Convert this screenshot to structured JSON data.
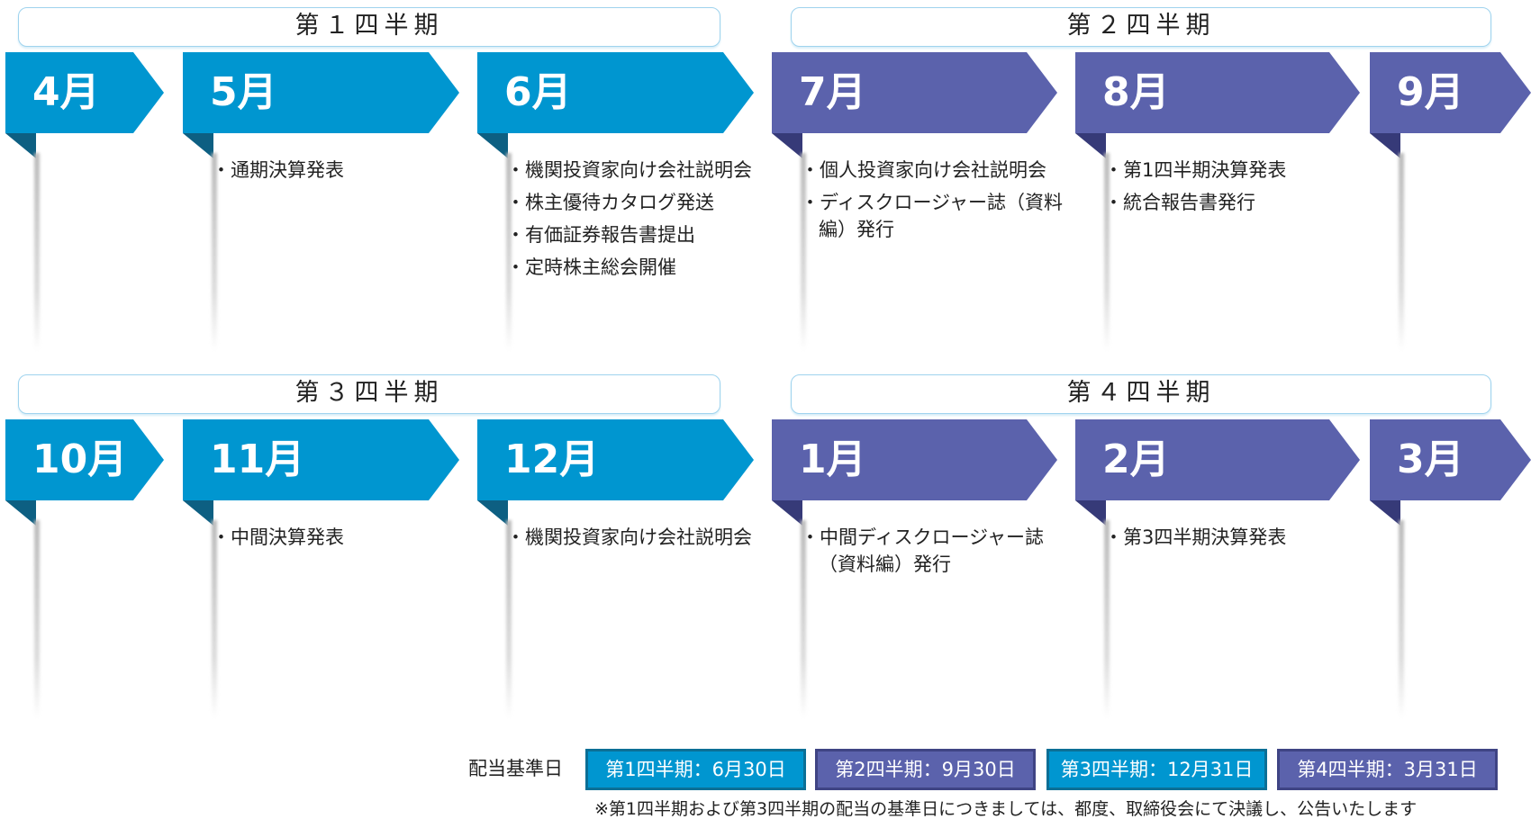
{
  "quarters": [
    "第１四半期",
    "第２四半期",
    "第３四半期",
    "第４四半期"
  ],
  "months": [
    {
      "label": "4月",
      "items": []
    },
    {
      "label": "5月",
      "items": [
        "通期決算発表"
      ]
    },
    {
      "label": "6月",
      "items": [
        "機関投資家向け会社説明会",
        "株主優待カタログ発送",
        "有価証券報告書提出",
        "定時株主総会開催"
      ]
    },
    {
      "label": "7月",
      "items": [
        "個人投資家向け会社説明会",
        "ディスクロージャー誌（資料編）発行"
      ]
    },
    {
      "label": "8月",
      "items": [
        "第1四半期決算発表",
        "統合報告書発行"
      ]
    },
    {
      "label": "9月",
      "items": []
    },
    {
      "label": "10月",
      "items": []
    },
    {
      "label": "11月",
      "items": [
        "中間決算発表"
      ]
    },
    {
      "label": "12月",
      "items": [
        "機関投資家向け会社説明会"
      ]
    },
    {
      "label": "1月",
      "items": [
        "中間ディスクロージャー誌（資料編）発行"
      ]
    },
    {
      "label": "2月",
      "items": [
        "第3四半期決算発表"
      ]
    },
    {
      "label": "3月",
      "items": []
    }
  ],
  "dividend": {
    "label": "配当基準日",
    "dates": [
      "第1四半期：6月30日",
      "第2四半期：9月30日",
      "第3四半期：12月31日",
      "第4四半期：3月31日"
    ],
    "note": "※第1四半期および第3四半期の配当の基準日につきましては、都度、取締役会にて決議し、公告いたします"
  },
  "colors": {
    "blue": "#0096d0",
    "purple": "#5b62ac"
  }
}
